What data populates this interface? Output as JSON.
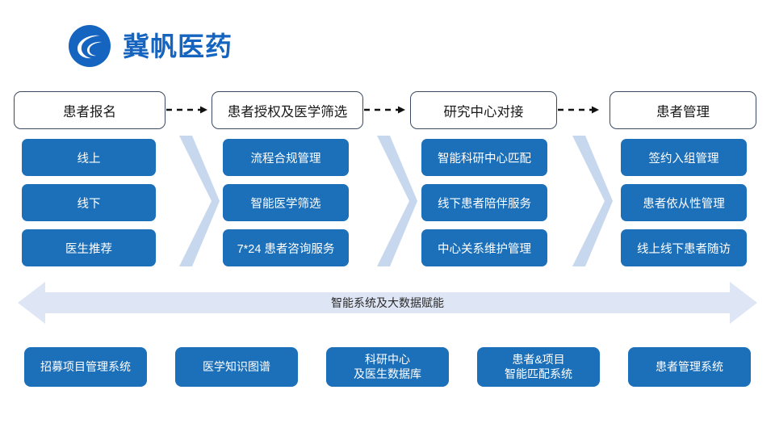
{
  "brand": {
    "logo_icon": "crescent-circle-logo-icon",
    "name": "冀帆医药",
    "logo_color": "#1565C0"
  },
  "colors": {
    "primary_blue": "#1C70B9",
    "brand_blue": "#1565C0",
    "chevron_blue": "#C6D7EE",
    "band_blue": "#DEE6F5",
    "header_border": "#3b4a63"
  },
  "flow": {
    "connector_icon": "dashed-arrow-icon",
    "chevron_icon": "chevron-right-icon",
    "stages": [
      {
        "title": "患者报名",
        "items": [
          "线上",
          "线下",
          "医生推荐"
        ]
      },
      {
        "title": "患者授权及医学筛选",
        "items": [
          "流程合规管理",
          "智能医学筛选",
          "7*24 患者咨询服务"
        ]
      },
      {
        "title": "研究中心对接",
        "items": [
          "智能科研中心匹配",
          "线下患者陪伴服务",
          "中心关系维护管理"
        ]
      },
      {
        "title": "患者管理",
        "items": [
          "签约入组管理",
          "患者依从性管理",
          "线上线下患者随访"
        ]
      }
    ]
  },
  "enabler": {
    "label": "智能系统及大数据赋能",
    "icon": "double-headed-arrow-icon"
  },
  "systems": [
    {
      "line1": "招募项目管理系统",
      "line2": ""
    },
    {
      "line1": "医学知识图谱",
      "line2": ""
    },
    {
      "line1": "科研中心",
      "line2": "及医生数据库"
    },
    {
      "line1": "患者&项目",
      "line2": "智能匹配系统"
    },
    {
      "line1": "患者管理系统",
      "line2": ""
    }
  ]
}
